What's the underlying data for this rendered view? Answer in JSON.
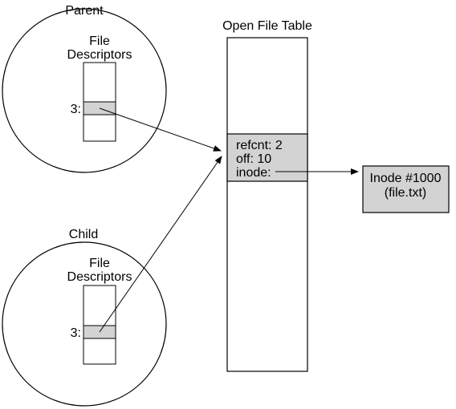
{
  "parent": {
    "title": "Parent",
    "label_line1": "File",
    "label_line2": "Descriptors",
    "fd_label": "3:"
  },
  "child": {
    "title": "Child",
    "label_line1": "File",
    "label_line2": "Descriptors",
    "fd_label": "3:"
  },
  "open_file_table": {
    "title": "Open File Table",
    "entry": {
      "refcnt": "refcnt: 2",
      "off": "off: 10",
      "inode": "inode:"
    }
  },
  "inode": {
    "line1": "Inode #1000",
    "line2": "(file.txt)"
  },
  "colors": {
    "entry_fill": "#d3d3d3",
    "stroke": "#000000"
  }
}
